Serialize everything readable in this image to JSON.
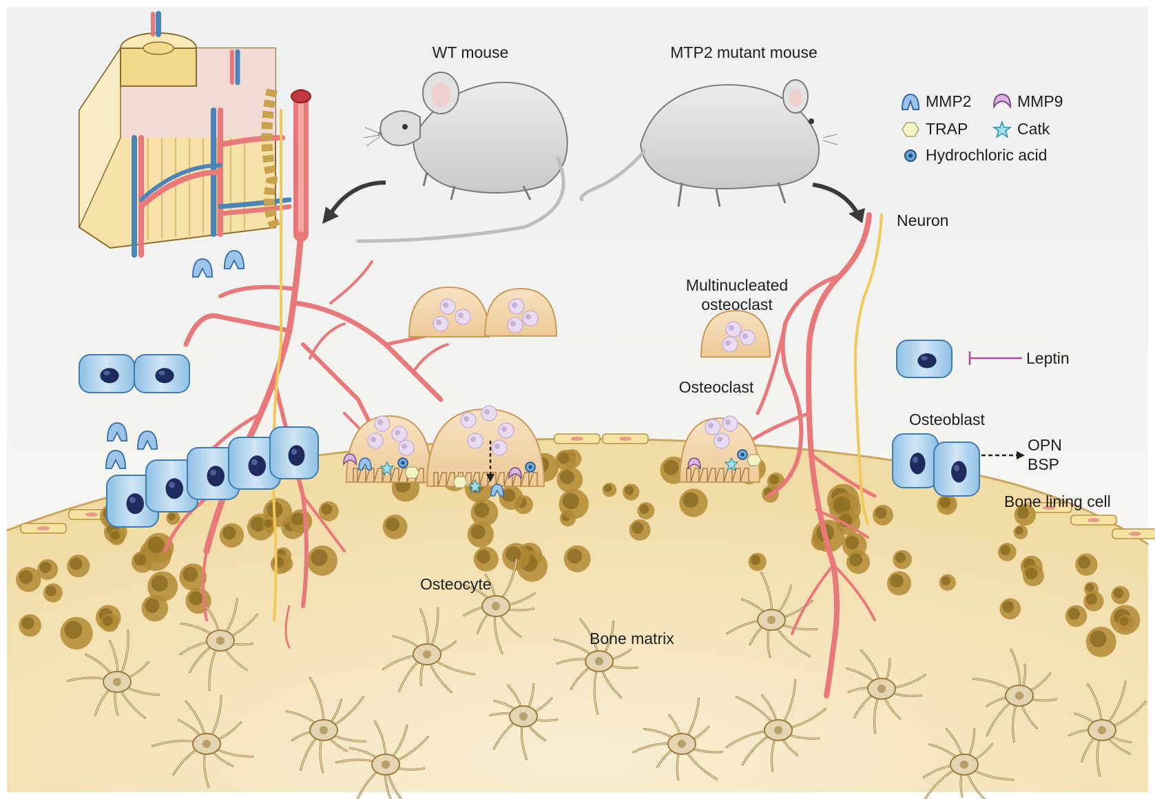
{
  "labels": {
    "wt_mouse": "WT mouse",
    "mtp2_mouse": "MTP2 mutant mouse",
    "neuron": "Neuron",
    "multinucleated_line1": "Multinucleated",
    "multinucleated_line2": "osteoclast",
    "osteoclast": "Osteoclast",
    "leptin": "Leptin",
    "osteoblast": "Osteoblast",
    "opn": "OPN",
    "bsp": "BSP",
    "bone_lining_cell": "Bone lining cell",
    "osteocyte": "Osteocyte",
    "bone_matrix": "Bone matrix"
  },
  "legend": {
    "mmp2": "MMP2",
    "mmp9": "MMP9",
    "trap": "TRAP",
    "catk": "Catk",
    "hydrochloric_acid": "Hydrochloric acid"
  },
  "colors": {
    "vessel": "#e8787a",
    "nerve": "#f2c85a",
    "bone": "#f4e3b6",
    "osteoblast": "#9fcbe8",
    "nucleus": "#1f2b5c",
    "osteoclast": "#f3d3a6",
    "dark_lacuna": "#a8822c",
    "osteocyte": "#e0cfa8",
    "mmp2": "#6ea8d8",
    "mmp9": "#b98cc3",
    "trap": "#f0f0b8",
    "catk": "#6fc6d8",
    "hcl": "#2e6aa8"
  }
}
